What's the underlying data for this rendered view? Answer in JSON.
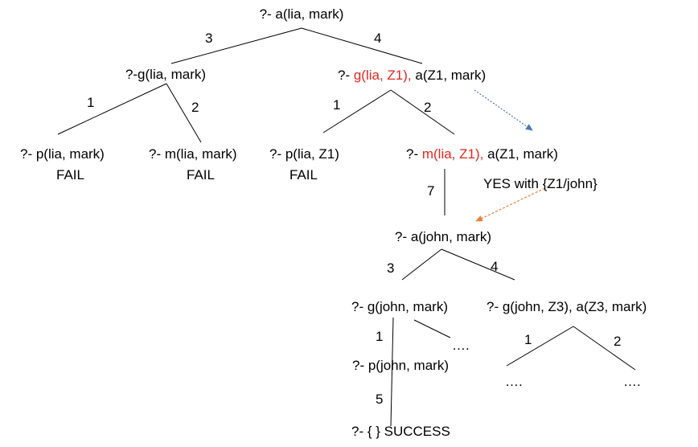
{
  "colors": {
    "black": "#000000",
    "red": "#e8261f",
    "blue_arrow": "#4a7ab5",
    "orange_arrow": "#e8843a"
  },
  "nodes": {
    "root": "?- a(lia, mark)",
    "g_lia_mark": "?-g(lia, mark)",
    "conj_prefix": "?- ",
    "conj_red": "g(lia, Z1),",
    "conj_rest": " a(Z1, mark)",
    "p_lia_mark": "?- p(lia, mark)",
    "m_lia_mark": "?- m(lia, mark)",
    "p_lia_z1": "?- p(lia, Z1)",
    "conj2_prefix": "?- ",
    "conj2_red": "m(lia, Z1),",
    "conj2_rest": " a(Z1, mark)",
    "a_john_mark": "?- a(john, mark)",
    "g_john_mark": "?- g(john, mark)",
    "g_john_z3": "?- g(john, Z3), a(Z3, mark)",
    "p_john_mark": "?- p(john, mark)",
    "success": "?- { } SUCCESS",
    "fail": "FAIL",
    "dots": "…."
  },
  "edge_labels": {
    "e3_top": "3",
    "e4_top": "4",
    "e1_left": "1",
    "e2_left": "2",
    "e1_mid": "1",
    "e2_mid": "2",
    "e7": "7",
    "e3_john": "3",
    "e4_john": "4",
    "e1_gjohn": "1",
    "e5": "5",
    "e1_z3": "1",
    "e2_z3": "2"
  },
  "annotations": {
    "yes_with": "YES with {Z1/john}"
  }
}
